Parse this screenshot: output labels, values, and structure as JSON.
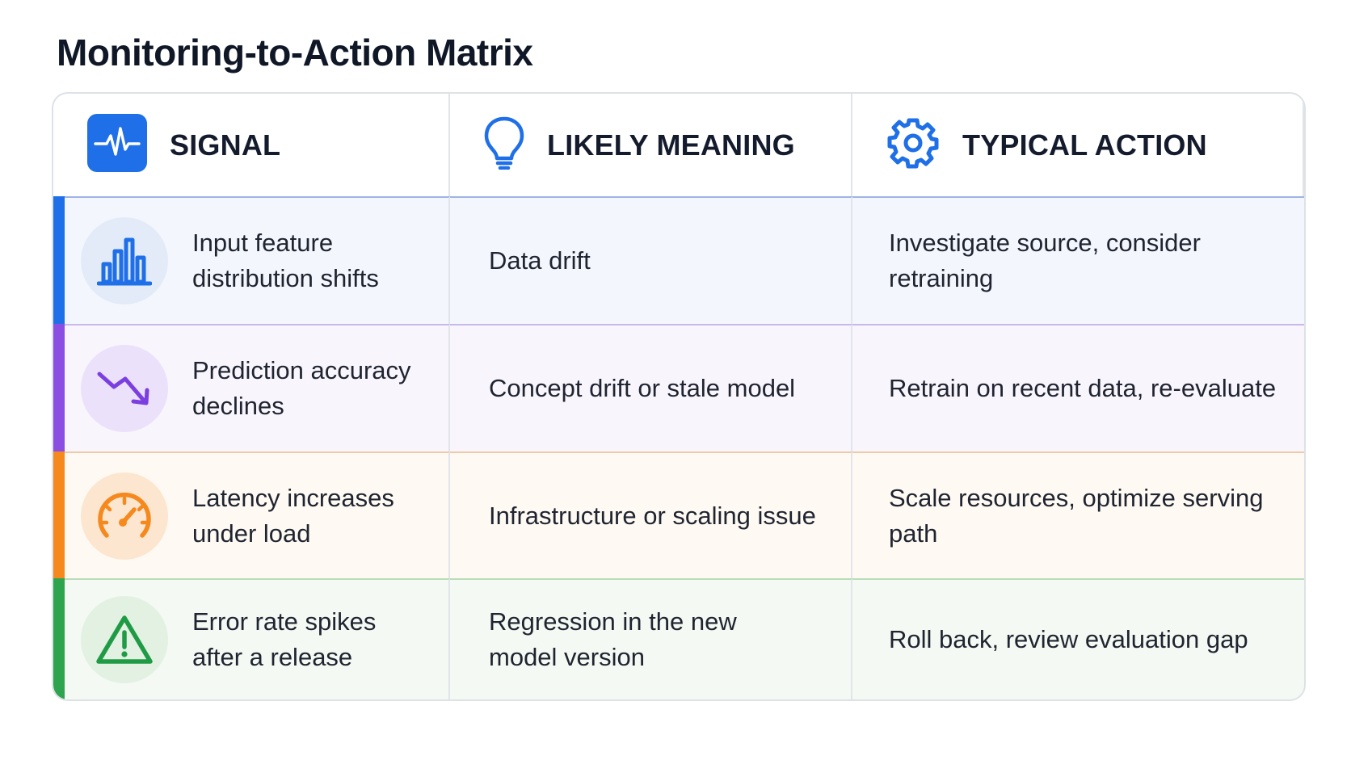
{
  "title": "Monitoring-to-Action Matrix",
  "headers": [
    {
      "label": "SIGNAL",
      "icon": "pulse-icon",
      "color": "#1f6fe8"
    },
    {
      "label": "LIKELY MEANING",
      "icon": "lightbulb-icon",
      "color": "#1f6fe8"
    },
    {
      "label": "TYPICAL ACTION",
      "icon": "gear-icon",
      "color": "#1f6fe8"
    }
  ],
  "rows": [
    {
      "signal": "Input feature\ndistribution shifts",
      "meaning": "Data drift",
      "action": "Investigate source, consider retraining",
      "icon": "bar-chart-icon",
      "accent": "#1f6fe8"
    },
    {
      "signal": "Prediction accuracy\ndeclines",
      "meaning": "Concept drift or stale model",
      "action": "Retrain on recent data, re-evaluate",
      "icon": "trend-down-icon",
      "accent": "#7b3fe0"
    },
    {
      "signal": "Latency increases\nunder load",
      "meaning": "Infrastructure or scaling issue",
      "action": "Scale resources, optimize serving path",
      "icon": "speedometer-icon",
      "accent": "#f5891e"
    },
    {
      "signal": "Error rate spikes\nafter a release",
      "meaning": "Regression in the new\nmodel version",
      "action": "Roll back, review evaluation gap",
      "icon": "warning-icon",
      "accent": "#1f9a45"
    }
  ]
}
